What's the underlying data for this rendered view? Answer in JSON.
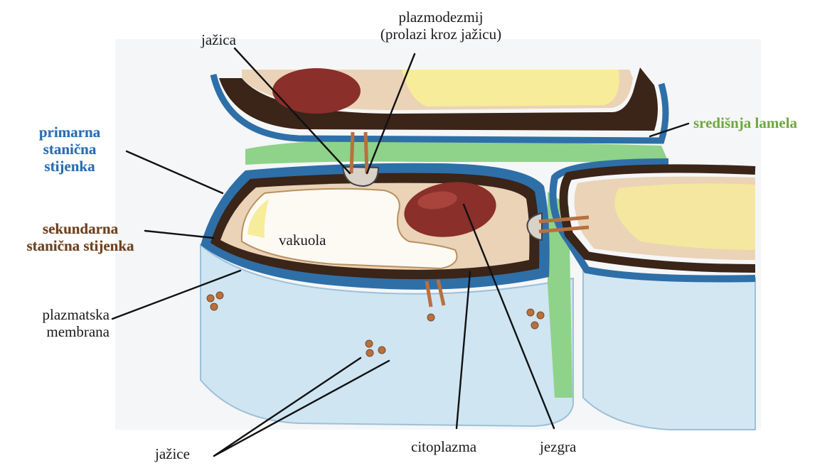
{
  "labels": {
    "jazica": "jažica",
    "plazmodezmij_line1": "plazmodezmij",
    "plazmodezmij_line2": "(prolazi kroz jažicu)",
    "primarna_line1": "primarna",
    "primarna_line2": "stanična",
    "primarna_line3": "stijenka",
    "sredisnja": "središnja lamela",
    "sekundarna_line1": "sekundarna",
    "sekundarna_line2": "stanična stijenka",
    "vakuola": "vakuola",
    "plazmatska_line1": "plazmatska",
    "plazmatska_line2": "membrana",
    "jazice": "jažice",
    "citoplazma": "citoplazma",
    "jezgra": "jezgra"
  },
  "colors": {
    "primary_wall": "#2e6fa8",
    "primary_label": "#2a6db0",
    "secondary_wall": "#3b2418",
    "secondary_label": "#6b4223",
    "middle_lamella": "#7fc97a",
    "middle_label": "#6fa83c",
    "cytoplasm": "#ead3b6",
    "vacuole": "#fdfaf4",
    "nucleus": "#8a2f2a",
    "wall_face": "#cfe5f2",
    "pit": "#b8703f",
    "yellow": "#f5e36a"
  }
}
